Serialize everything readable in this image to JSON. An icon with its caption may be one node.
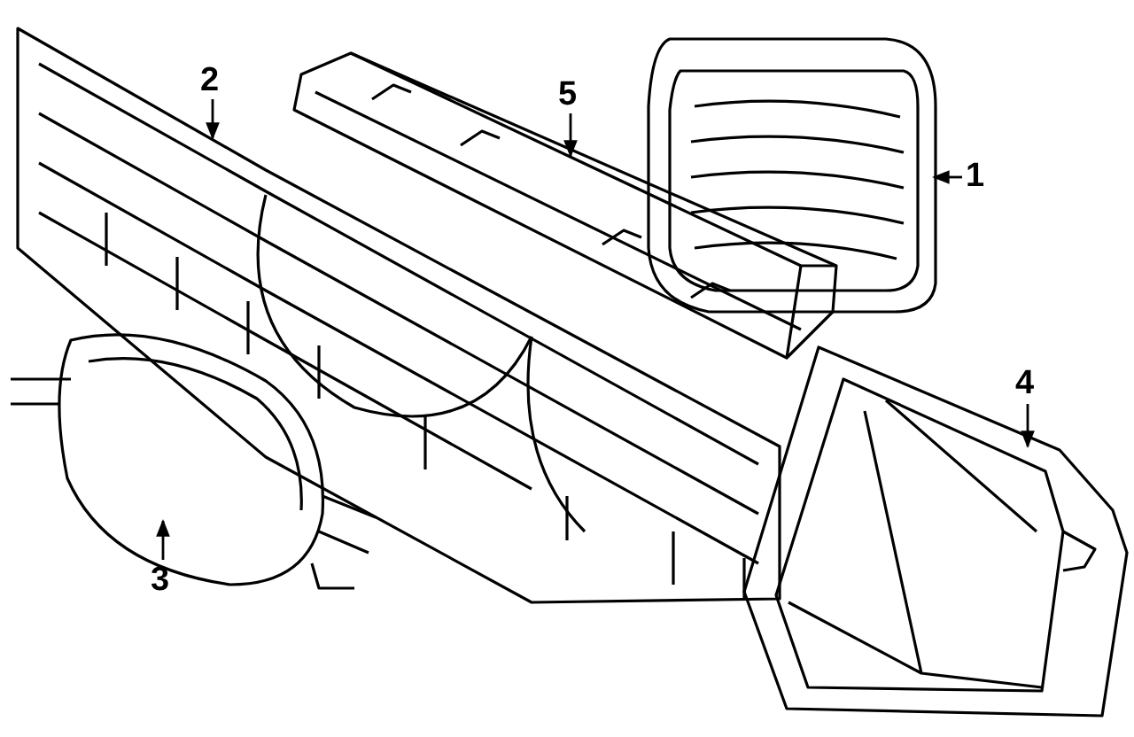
{
  "diagram": {
    "nodes": [
      {
        "text": [
          "1"
        ]
      },
      {
        "text": [
          "2"
        ]
      },
      {
        "text": [
          "3"
        ]
      },
      {
        "text": [
          "4"
        ]
      },
      {
        "text": [
          "5"
        ]
      },
      {
        "text": [],
        "shape": "picture"
      },
      {
        "text": [],
        "shape": "picture"
      },
      {
        "text": [],
        "shape": "picture"
      },
      {
        "text": [],
        "shape": "picture"
      },
      {
        "text": [],
        "shape": "picture"
      }
    ],
    "edges": [
      {
        "from": 0,
        "to": 5,
        "arrow": "to"
      },
      {
        "from": 1,
        "to": 6,
        "arrow": "to"
      },
      {
        "from": 2,
        "to": 7,
        "arrow": "to"
      },
      {
        "from": 3,
        "to": 8,
        "arrow": "to"
      },
      {
        "from": 4,
        "to": 9,
        "arrow": "to"
      }
    ]
  }
}
